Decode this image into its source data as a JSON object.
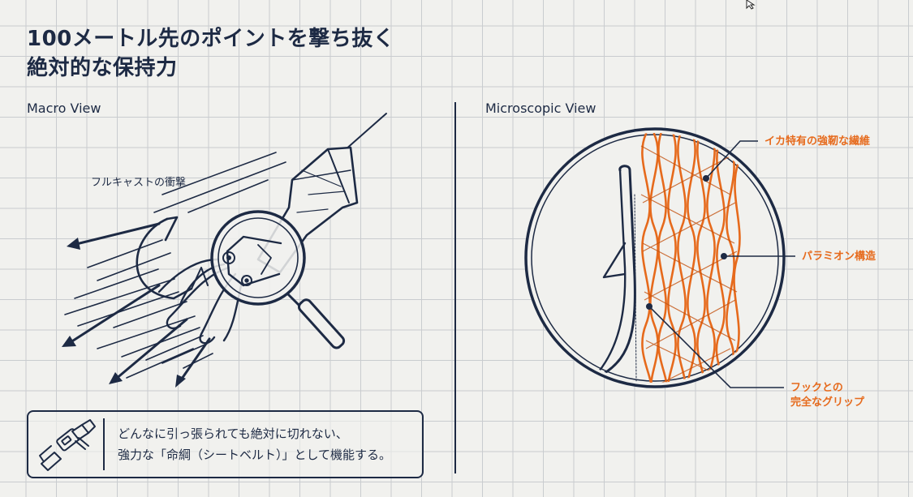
{
  "title": {
    "line1": "100メートル先のポイントを撃ち抜く",
    "line2": "絶対的な保持力"
  },
  "macro": {
    "label": "Macro View",
    "impact_label": "フルキャストの衝撃"
  },
  "micro": {
    "label": "Microscopic View",
    "annotations": {
      "fiber": "イカ特有の強靭な繊維",
      "paramyosin": "パラミオン構造",
      "grip_line1": "フックとの",
      "grip_line2": "完全なグリップ"
    }
  },
  "callout": {
    "line1": "どんなに引っ張られても絶対に切れない、",
    "line2": "強力な「命綱（シートベルト）」として機能する。",
    "icon": "seatbelt-icon"
  },
  "colors": {
    "navy": "#1d2a44",
    "orange": "#e66a1c",
    "grid": "#c9cccf",
    "background": "#f1f1ee"
  }
}
